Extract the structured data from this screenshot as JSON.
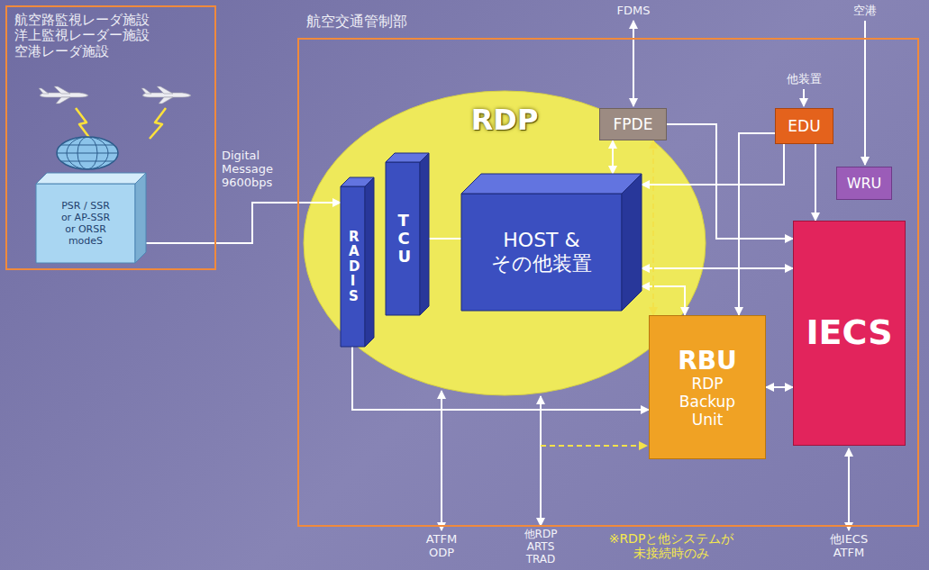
{
  "diagram": {
    "nodes": [
      {
        "text": [
          "航空路監視レーダ施設 洋上監視レーダー施設 空港レーダ施設"
        ]
      },
      {
        "text": [
          "PSR / SSR or AP-SSR or ORSR modeS"
        ],
        "in": 0
      },
      {
        "text": [
          "航空交通管制部"
        ]
      },
      {
        "text": [
          "RDP"
        ],
        "in": 2
      },
      {
        "text": [
          "RADIS"
        ],
        "in": 3
      },
      {
        "text": [
          "TCU"
        ],
        "in": 3
      },
      {
        "text": [
          "HOST & その他装置"
        ],
        "in": 3
      },
      {
        "text": [
          "FPDE"
        ],
        "in": 2
      },
      {
        "text": [
          "EDU"
        ],
        "in": 2
      },
      {
        "text": [
          "WRU"
        ],
        "in": 2
      },
      {
        "text": [
          "RBU",
          "RDP Backup Unit"
        ],
        "in": 2
      },
      {
        "text": [
          "IECS"
        ],
        "in": 2
      }
    ],
    "edges": [
      {
        "from": 1,
        "to": 4,
        "arrow": "to",
        "label": "Digital Message 9600bps"
      },
      {
        "from": 5,
        "to": 6,
        "arrow": "none"
      },
      {
        "from": 6,
        "to": 7,
        "arrow": "both"
      },
      {
        "from": 8,
        "to": 6,
        "arrow": "to"
      },
      {
        "from": 8,
        "to": 11,
        "arrow": "to"
      },
      {
        "from": 8,
        "to": 10,
        "arrow": "to"
      },
      {
        "from": 7,
        "to": 11,
        "arrow": "to"
      },
      {
        "from": 6,
        "to": 11,
        "arrow": "both"
      },
      {
        "from": 6,
        "to": 10,
        "arrow": "both"
      },
      {
        "from": 10,
        "to": 11,
        "arrow": "both"
      },
      {
        "from": 7,
        "to": 10,
        "arrow": "both"
      },
      {
        "from": 4,
        "to": 10,
        "arrow": "to"
      }
    ],
    "labels": [
      "FDMS",
      "他装置",
      "空港",
      "ATFM ODP",
      "他RDP ARTS TRAD",
      "※RDPと他システムが 未接続時のみ",
      "他IECS ATFM"
    ]
  }
}
